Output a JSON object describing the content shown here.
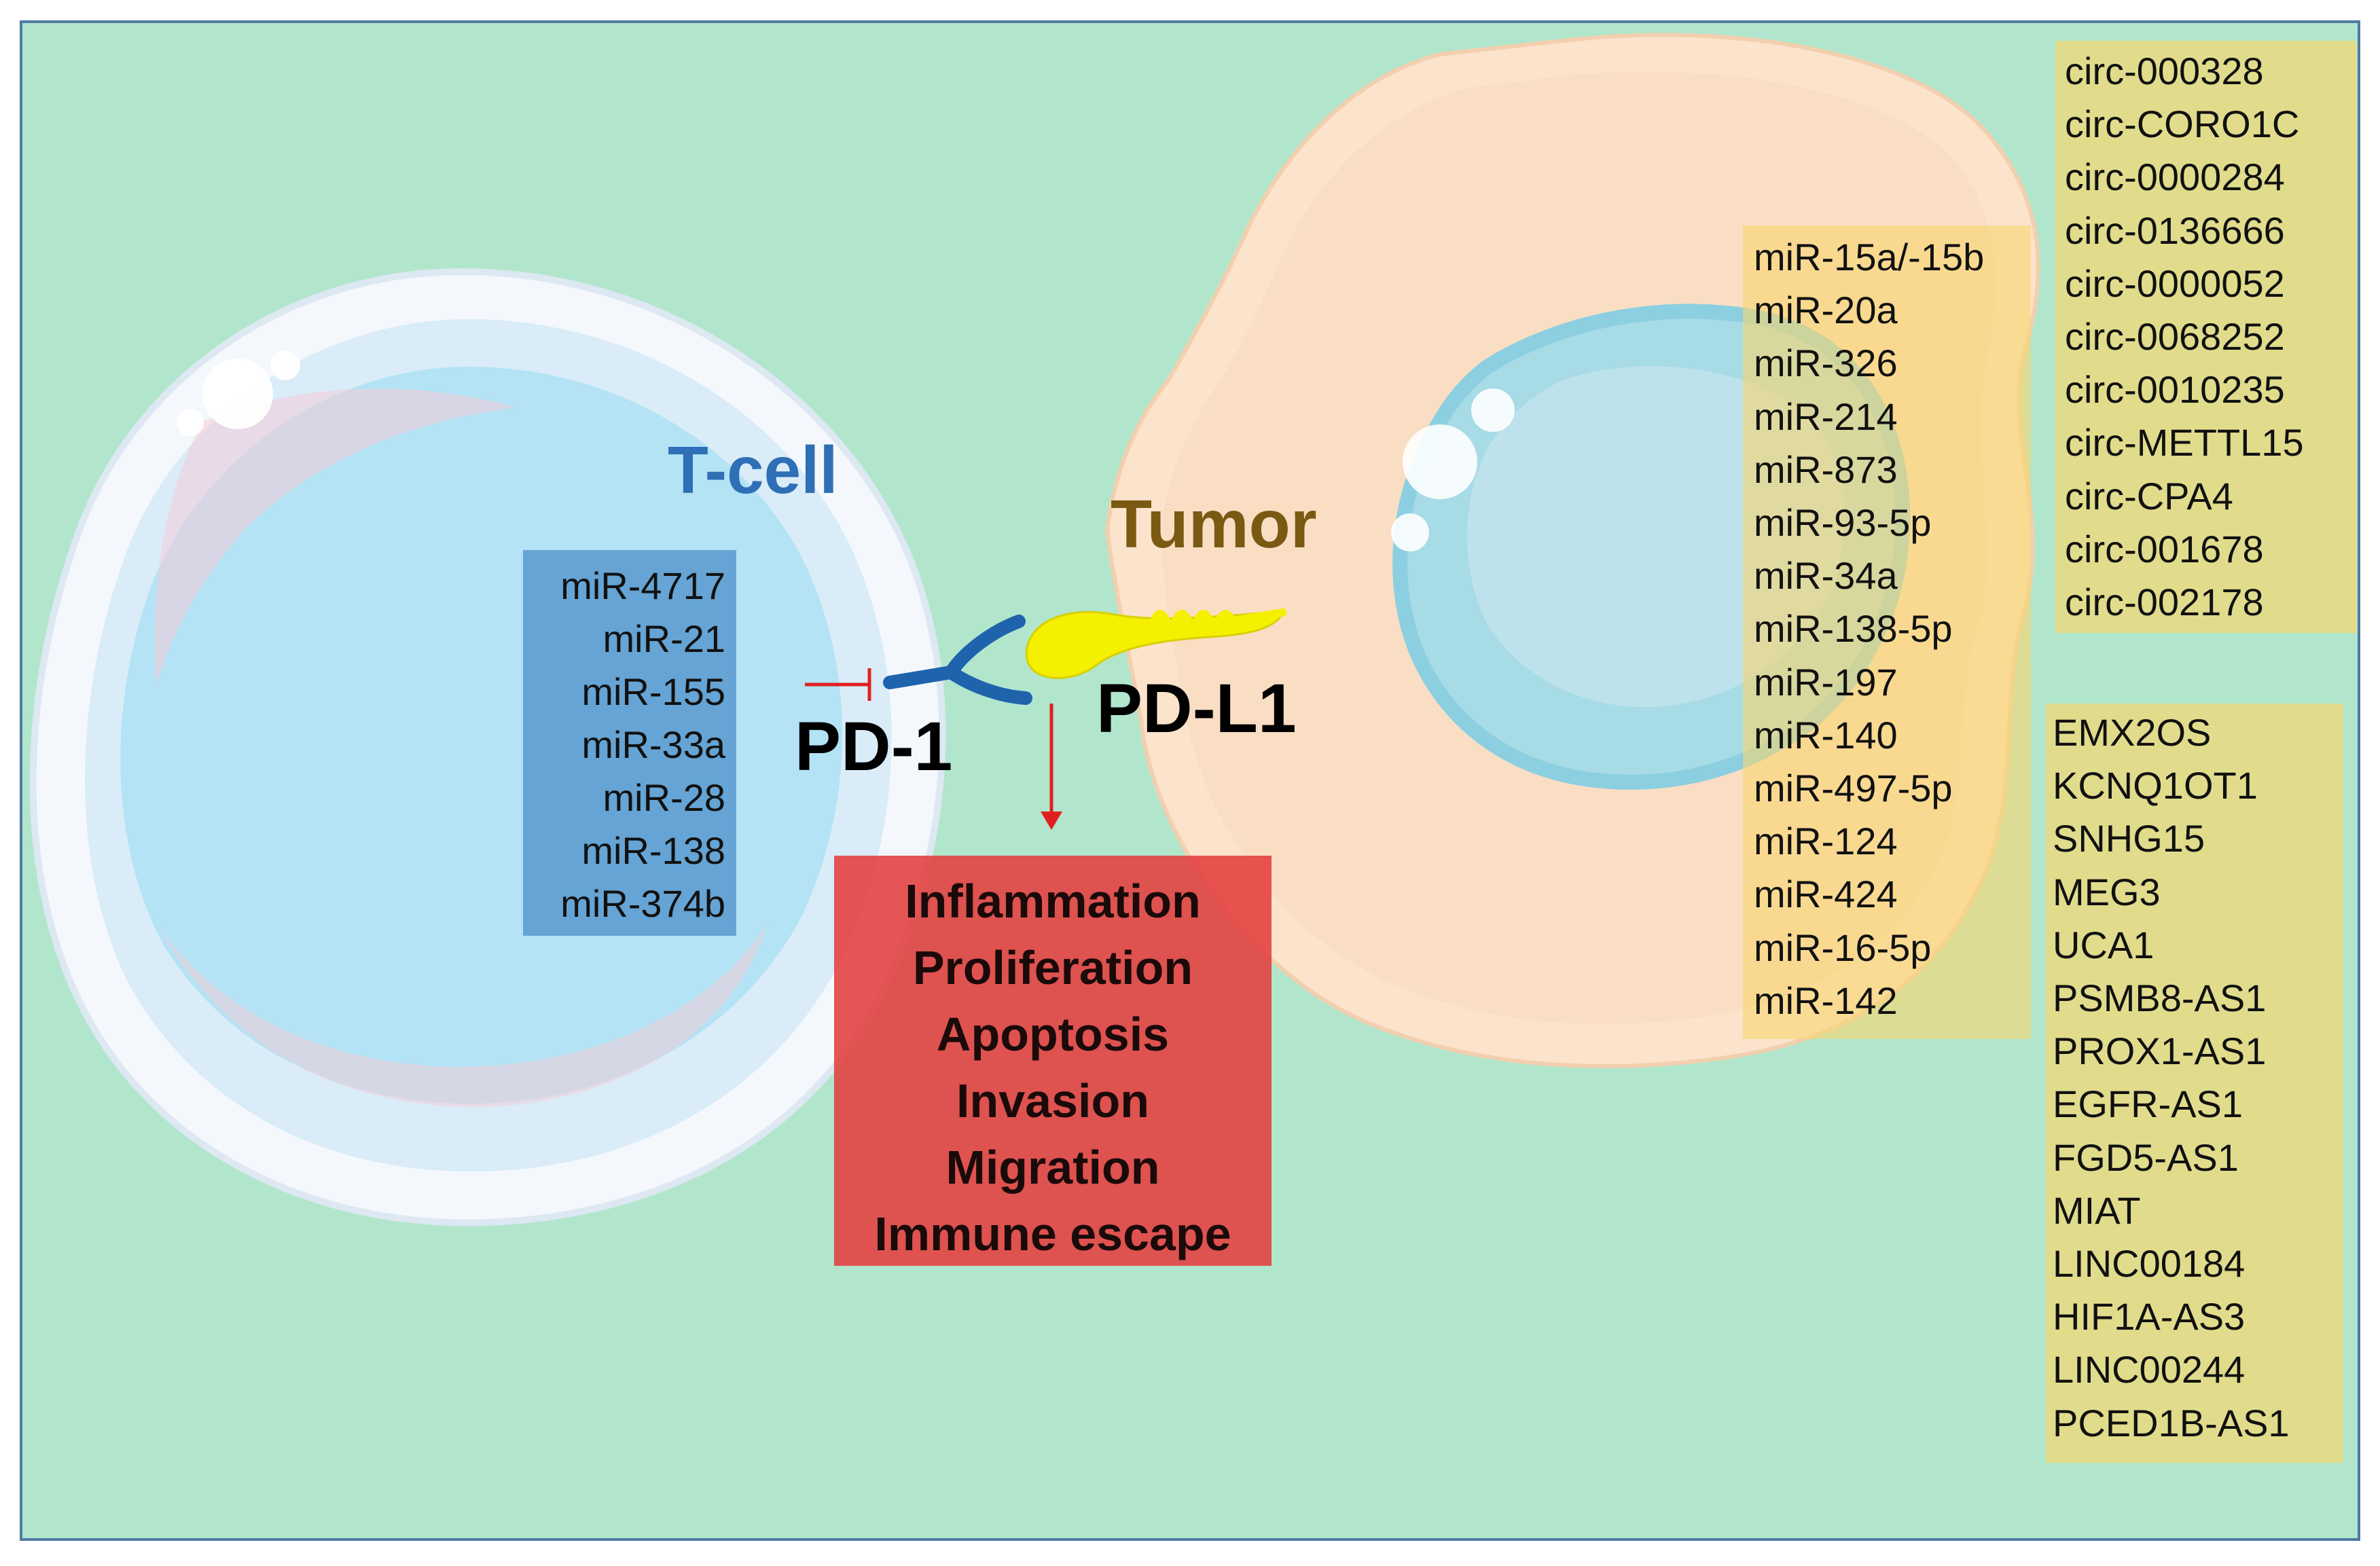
{
  "colors": {
    "background": "#b1e6cc",
    "frame": "#4f7aa2",
    "tcell_label": "#2e6fb5",
    "tumor_label": "#7a5a12",
    "tcell_box": "#5a9bd0",
    "tumor_box": "#f6d07a",
    "side_box": "#e1dc8c",
    "effects_box": "#e04848",
    "pd1": "#1f63ad",
    "pdl1": "#f5f000",
    "inhibit_arrow": "#e02020"
  },
  "labels": {
    "tcell": "T-cell",
    "tumor": "Tumor",
    "pd1": "PD-1",
    "pdl1": "PD-L1"
  },
  "tcell_mirnas": [
    "miR-4717",
    "miR-21",
    "miR-155",
    "miR-33a",
    "miR-28",
    "miR-138",
    "miR-374b"
  ],
  "tumor_mirnas": [
    "miR-15a/-15b",
    "miR-20a",
    "miR-326",
    "miR-214",
    "miR-873",
    "miR-93-5p",
    "miR-34a",
    "miR-138-5p",
    "miR-197",
    "miR-140",
    "miR-497-5p",
    "miR-124",
    "miR-424",
    "miR-16-5p",
    "miR-142"
  ],
  "circrnas": [
    "circ-000328",
    "circ-CORO1C",
    "circ-0000284",
    "circ-0136666",
    "circ-0000052",
    "circ-0068252",
    "circ-0010235",
    "circ-METTL15",
    "circ-CPA4",
    "circ-001678",
    "circ-002178"
  ],
  "lncrnas": [
    "EMX2OS",
    "KCNQ1OT1",
    "SNHG15",
    "MEG3",
    "UCA1",
    "PSMB8-AS1",
    "PROX1-AS1",
    "EGFR-AS1",
    "FGD5-AS1",
    "MIAT",
    "LINC00184",
    "HIF1A-AS3",
    "LINC00244",
    "PCED1B-AS1"
  ],
  "effects": [
    "Inflammation",
    "Proliferation",
    "Apoptosis",
    "Invasion",
    "Migration",
    "Immune escape"
  ]
}
